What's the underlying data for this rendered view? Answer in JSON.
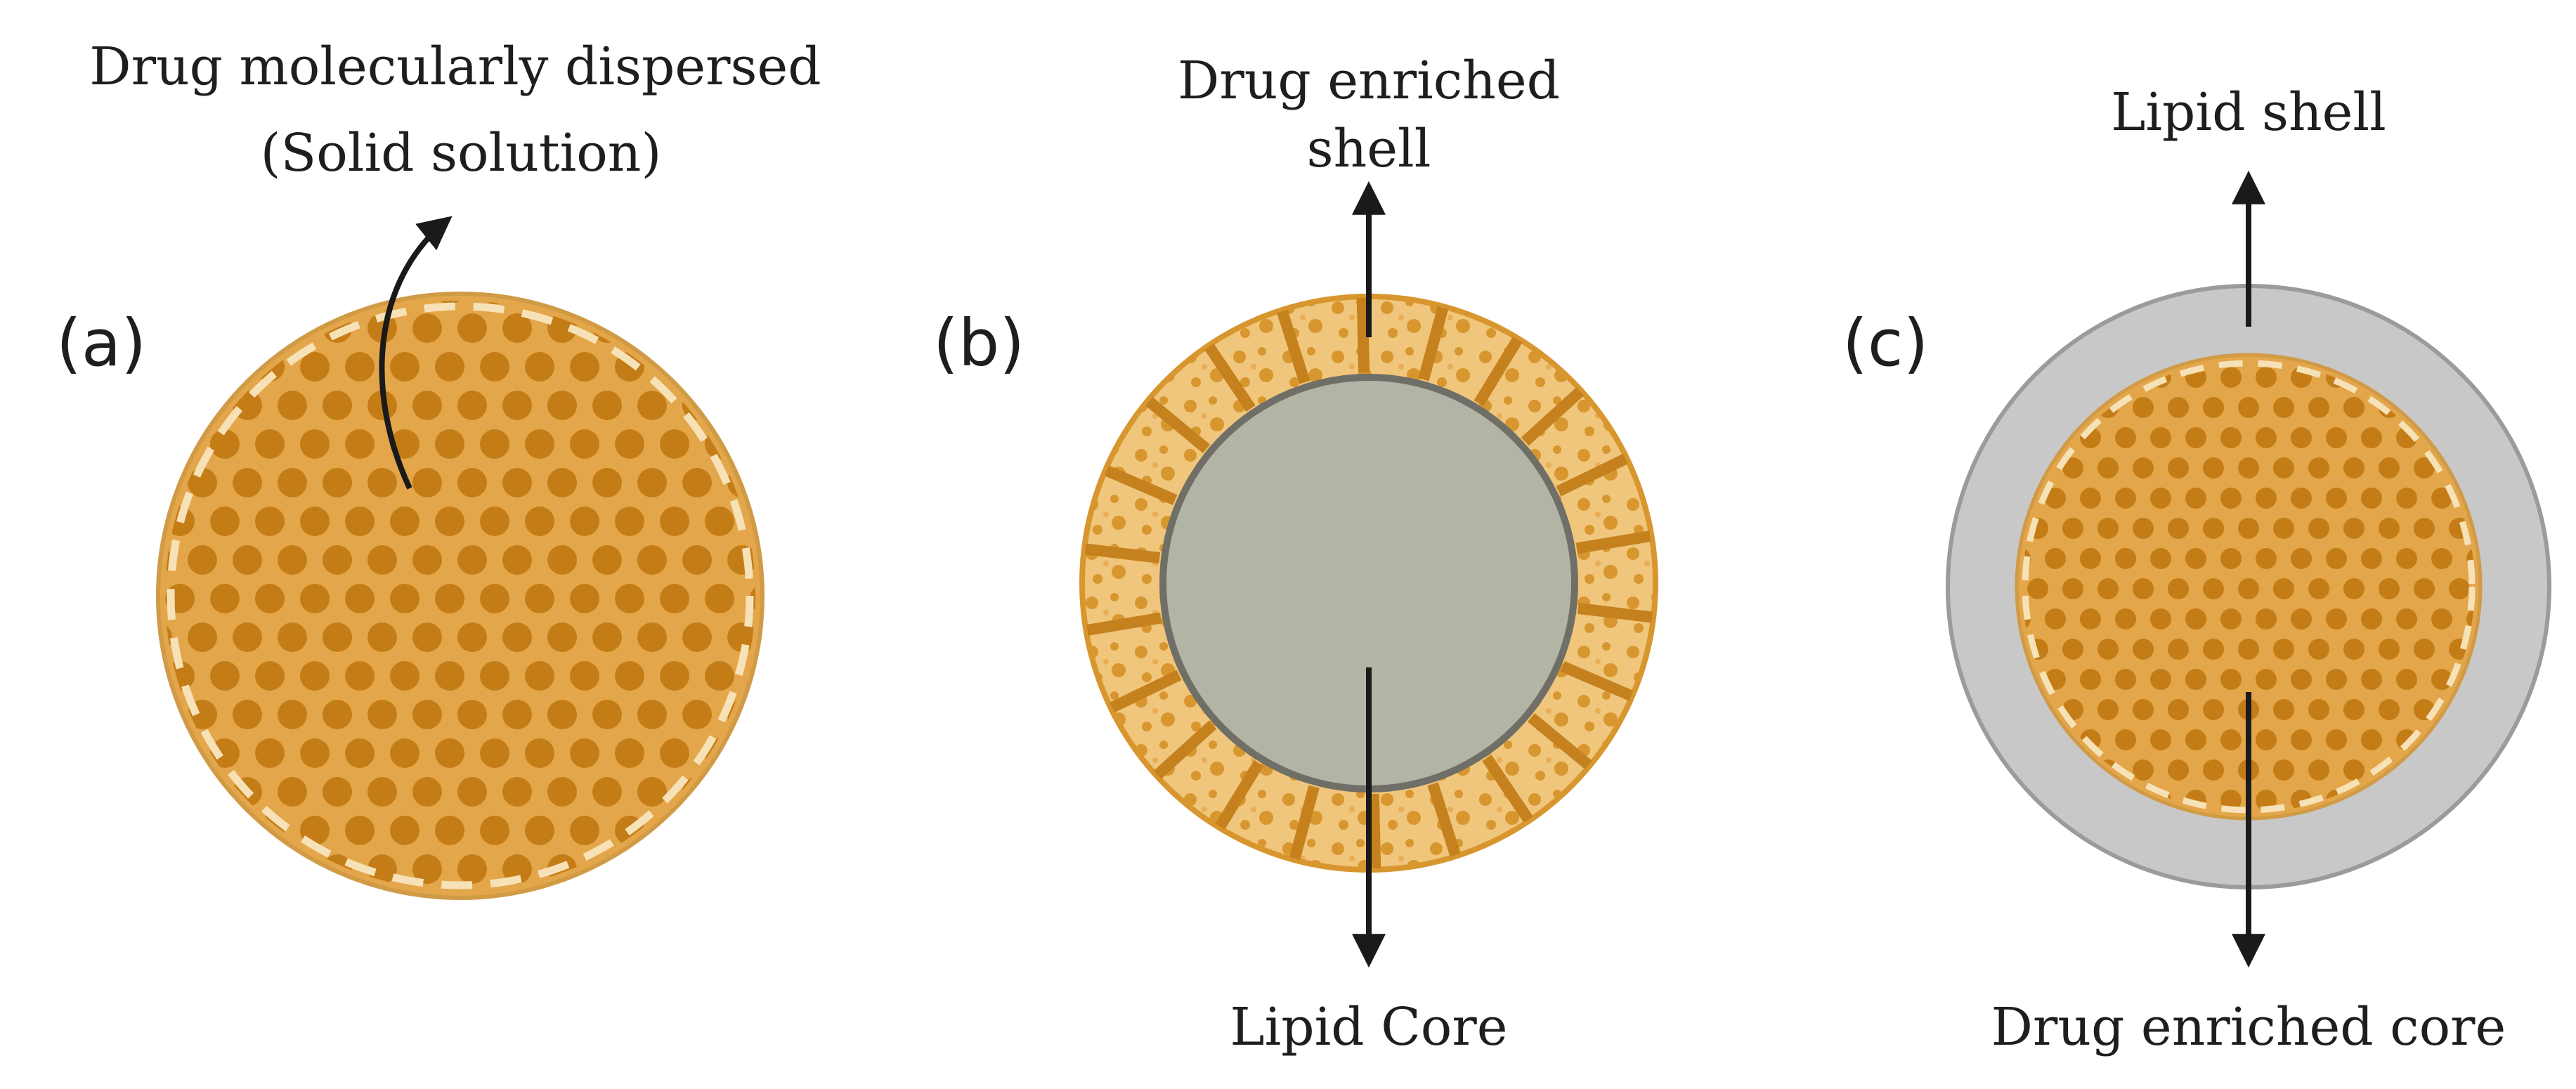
{
  "panels": [
    {
      "id": "a",
      "letter": "(a)",
      "labels": [
        "Drug molecularly dispersed",
        "(Solid solution)"
      ]
    },
    {
      "id": "b",
      "letter": "(b)",
      "labels": [
        "Drug enriched",
        "shell",
        "Lipid Core"
      ]
    },
    {
      "id": "c",
      "letter": "(c)",
      "labels": [
        "Lipid shell",
        "Drug enriched core"
      ]
    }
  ],
  "colors": {
    "orange_base": "#e3a64a",
    "orange_dot": "#c47d16",
    "orange_light": "#f3d399",
    "cream_rim": "#f7e2b8",
    "lipid_core": "#b2b4a5",
    "lipid_shell": "#c8c8c8",
    "arrow": "#1a1a1a"
  }
}
